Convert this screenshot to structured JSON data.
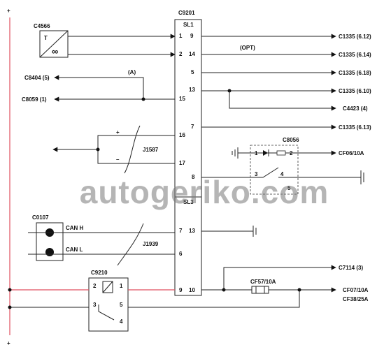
{
  "title_connector": "C9201",
  "sl1": "SL1",
  "sl3": "SL3",
  "plus_top": "+",
  "plus_bottom": "+",
  "c4566": "C4566",
  "t_label": "T",
  "inf_label": "∞",
  "pins_left": [
    "1",
    "2",
    "15",
    "16",
    "17",
    "8",
    "7",
    "6",
    "9"
  ],
  "pins_right": [
    "9",
    "14",
    "5",
    "13",
    "7",
    "13",
    "10"
  ],
  "opt": "(OPT)",
  "a_label": "(A)",
  "c8404": "C8404 (5)",
  "c8059": "C8059 (1)",
  "j1587": "J1587",
  "plus_sig": "+",
  "minus_sig": "–",
  "c8056": "C8056",
  "relay_pins": [
    "1",
    "2",
    "3",
    "4",
    "5"
  ],
  "cf06": "CF06/10A",
  "c0107": "C0107",
  "can_h": "CAN H",
  "can_l": "CAN L",
  "j1939": "J1939",
  "c9210": "C9210",
  "c9210_pins": [
    "2",
    "1",
    "3",
    "5",
    "4"
  ],
  "cf57": "CF57/10A",
  "right_labels": [
    "C1335 (6.12)",
    "C1335 (6.14)",
    "C1335 (6.18)",
    "C1335 (6.10)",
    "C4423 (4)",
    "C1335 (6.13)",
    "C7114 (3)",
    "CF07/10A",
    "CF38/25A"
  ],
  "watermark": "autogeriko.com"
}
